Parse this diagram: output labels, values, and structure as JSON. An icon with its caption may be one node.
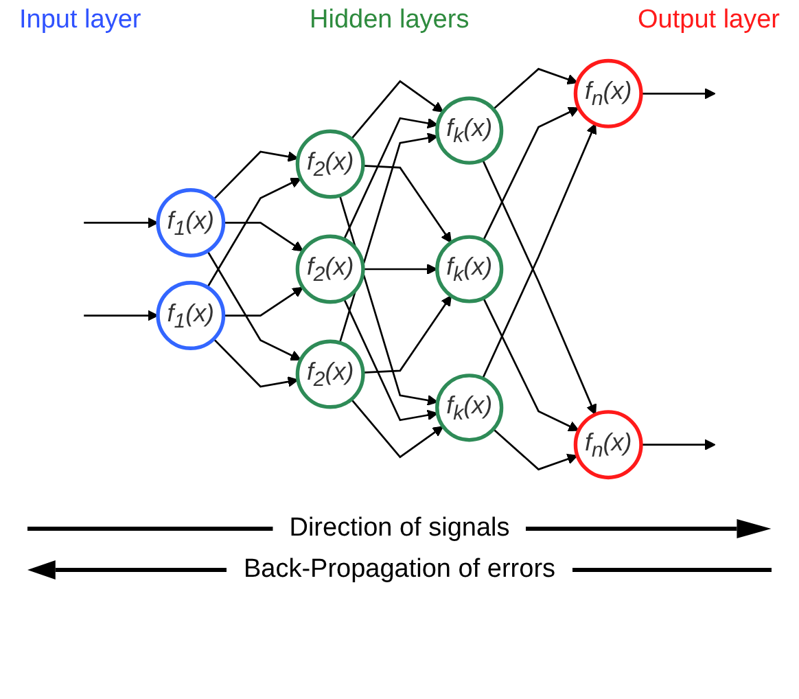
{
  "diagram": {
    "nodes": [
      {
        "text": [
          "f$_{1}$(x)"
        ]
      },
      {
        "text": [
          "f$_{1}$(x)"
        ]
      },
      {
        "text": [
          "f$_{2}$(x)"
        ]
      },
      {
        "text": [
          "f$_{2}$(x)"
        ]
      },
      {
        "text": [
          "f$_{2}$(x)"
        ]
      },
      {
        "text": [
          "f$_{k}$(x)"
        ]
      },
      {
        "text": [
          "f$_{k}$(x)"
        ]
      },
      {
        "text": [
          "f$_{k}$(x)"
        ]
      },
      {
        "text": [
          "f$_{n}$(x)"
        ]
      },
      {
        "text": [
          "f$_{n}$(x)"
        ]
      }
    ],
    "edges": [
      {
        "from": null,
        "to": 0,
        "arrow": "to"
      },
      {
        "from": null,
        "to": 1,
        "arrow": "to"
      },
      {
        "from": 0,
        "to": 2,
        "arrow": "to"
      },
      {
        "from": 0,
        "to": 3,
        "arrow": "to"
      },
      {
        "from": 0,
        "to": 4,
        "arrow": "to"
      },
      {
        "from": 1,
        "to": 2,
        "arrow": "to"
      },
      {
        "from": 1,
        "to": 3,
        "arrow": "to"
      },
      {
        "from": 1,
        "to": 4,
        "arrow": "to"
      },
      {
        "from": 2,
        "to": 5,
        "arrow": "to"
      },
      {
        "from": 2,
        "to": 6,
        "arrow": "to"
      },
      {
        "from": 2,
        "to": 7,
        "arrow": "to"
      },
      {
        "from": 3,
        "to": 5,
        "arrow": "to"
      },
      {
        "from": 3,
        "to": 6,
        "arrow": "to"
      },
      {
        "from": 3,
        "to": 7,
        "arrow": "to"
      },
      {
        "from": 4,
        "to": 5,
        "arrow": "to"
      },
      {
        "from": 4,
        "to": 6,
        "arrow": "to"
      },
      {
        "from": 4,
        "to": 7,
        "arrow": "to"
      },
      {
        "from": 5,
        "to": 8,
        "arrow": "to"
      },
      {
        "from": 5,
        "to": 9,
        "arrow": "to"
      },
      {
        "from": 6,
        "to": 8,
        "arrow": "to"
      },
      {
        "from": 6,
        "to": 9,
        "arrow": "to"
      },
      {
        "from": 7,
        "to": 8,
        "arrow": "to"
      },
      {
        "from": 7,
        "to": 9,
        "arrow": "to"
      },
      {
        "from": 8,
        "to": null,
        "arrow": "to"
      },
      {
        "from": 9,
        "to": null,
        "arrow": "to"
      }
    ],
    "labels": [
      "Input layer",
      "Hidden layers",
      "Output layer",
      "Direction of signals",
      "Back-Propagation of errors"
    ]
  }
}
